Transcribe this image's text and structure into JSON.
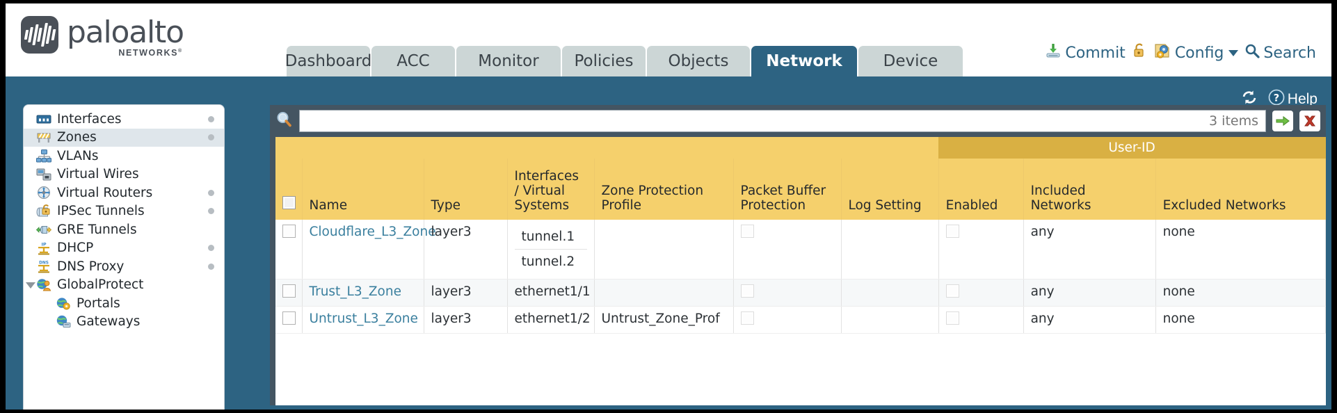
{
  "brand": {
    "name": "paloalto",
    "sub": "NETWORKS",
    "sup": "®"
  },
  "nav": {
    "tabs": [
      {
        "label": "Dashboard",
        "active": false,
        "width": 120
      },
      {
        "label": "ACC",
        "active": false,
        "width": 120
      },
      {
        "label": "Monitor",
        "active": false,
        "width": 150
      },
      {
        "label": "Policies",
        "active": false,
        "width": 120
      },
      {
        "label": "Objects",
        "active": false,
        "width": 148
      },
      {
        "label": "Network",
        "active": true,
        "width": 152
      },
      {
        "label": "Device",
        "active": false,
        "width": 150
      }
    ]
  },
  "utility": {
    "commit": "Commit",
    "lock_icon": "padlock-icon",
    "config": "Config",
    "search": "Search"
  },
  "toolbar": {
    "help": "Help",
    "refresh_icon": "refresh-icon"
  },
  "sidebar": {
    "items": [
      {
        "label": "Interfaces",
        "icon": "interfaces-icon",
        "selected": false,
        "dot": true,
        "child": false,
        "twisty": false
      },
      {
        "label": "Zones",
        "icon": "zones-icon",
        "selected": true,
        "dot": true,
        "child": false,
        "twisty": false
      },
      {
        "label": "VLANs",
        "icon": "vlans-icon",
        "selected": false,
        "dot": false,
        "child": false,
        "twisty": false
      },
      {
        "label": "Virtual Wires",
        "icon": "virtual-wires-icon",
        "selected": false,
        "dot": false,
        "child": false,
        "twisty": false
      },
      {
        "label": "Virtual Routers",
        "icon": "virtual-routers-icon",
        "selected": false,
        "dot": true,
        "child": false,
        "twisty": false
      },
      {
        "label": "IPSec Tunnels",
        "icon": "ipsec-tunnels-icon",
        "selected": false,
        "dot": true,
        "child": false,
        "twisty": false
      },
      {
        "label": "GRE Tunnels",
        "icon": "gre-tunnels-icon",
        "selected": false,
        "dot": false,
        "child": false,
        "twisty": false
      },
      {
        "label": "DHCP",
        "icon": "dhcp-icon",
        "selected": false,
        "dot": true,
        "child": false,
        "twisty": false
      },
      {
        "label": "DNS Proxy",
        "icon": "dns-proxy-icon",
        "selected": false,
        "dot": true,
        "child": false,
        "twisty": false
      },
      {
        "label": "GlobalProtect",
        "icon": "globalprotect-icon",
        "selected": false,
        "dot": false,
        "child": false,
        "twisty": true
      },
      {
        "label": "Portals",
        "icon": "portals-icon",
        "selected": false,
        "dot": false,
        "child": true,
        "twisty": false
      },
      {
        "label": "Gateways",
        "icon": "gateways-icon",
        "selected": false,
        "dot": false,
        "child": true,
        "twisty": false
      }
    ]
  },
  "search": {
    "value": "",
    "placeholder": "",
    "count_label": "3 items",
    "apply_icon": "green-arrow-icon",
    "clear_icon": "red-x-icon"
  },
  "table": {
    "group_header": {
      "label": "User-ID",
      "span": 3
    },
    "columns": [
      "Name",
      "Type",
      "Interfaces / Virtual Systems",
      "Zone Protection Profile",
      "Packet Buffer Protection",
      "Log Setting",
      "Enabled",
      "Included Networks",
      "Excluded Networks"
    ],
    "rows": [
      {
        "name": "Cloudflare_L3_Zone",
        "type": "layer3",
        "interfaces": [
          "tunnel.1",
          "tunnel.2"
        ],
        "zone_protection_profile": "",
        "packet_buffer_protection": false,
        "log_setting": "",
        "userid_enabled": false,
        "included_networks": "any",
        "excluded_networks": "none"
      },
      {
        "name": "Trust_L3_Zone",
        "type": "layer3",
        "interfaces": [
          "ethernet1/1"
        ],
        "zone_protection_profile": "",
        "packet_buffer_protection": false,
        "log_setting": "",
        "userid_enabled": false,
        "included_networks": "any",
        "excluded_networks": "none"
      },
      {
        "name": "Untrust_L3_Zone",
        "type": "layer3",
        "interfaces": [
          "ethernet1/2"
        ],
        "zone_protection_profile": "Untrust_Zone_Prof",
        "packet_buffer_protection": false,
        "log_setting": "",
        "userid_enabled": false,
        "included_networks": "any",
        "excluded_networks": "none"
      }
    ]
  },
  "colors": {
    "brand_blue": "#2d6382",
    "header_gold": "#f5d06c",
    "group_gold": "#d9b043",
    "tab_gray": "#ccd6d6",
    "link_blue": "#3a7f9e"
  }
}
